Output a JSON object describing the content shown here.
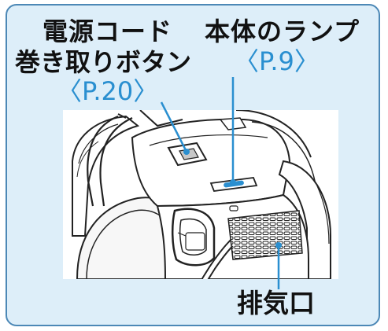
{
  "callouts": {
    "cord_button": {
      "line1": "電源コード",
      "line2": "巻き取りボタン",
      "page_ref": "〈P.20〉"
    },
    "lamp": {
      "label": "本体のランプ",
      "page_ref": "〈P.9〉"
    },
    "exhaust": {
      "label": "排気口"
    }
  },
  "colors": {
    "panel_background": "#ddeef9",
    "panel_border": "#4c88b6",
    "page_ref_text": "#2a8fd0",
    "leader_line": "#2a8fd0",
    "lamp_light": "#2a8fd0",
    "label_text": "#111111"
  },
  "illustration": {
    "subject": "canister-vacuum-cleaner-icon"
  }
}
